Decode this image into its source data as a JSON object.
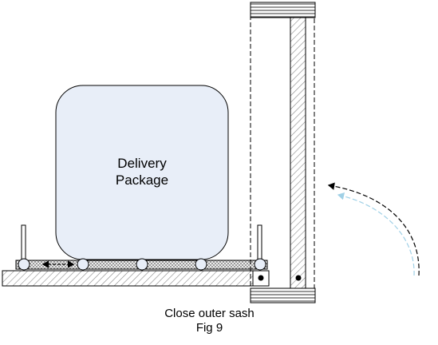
{
  "diagram": {
    "package_label_line1": "Delivery",
    "package_label_line2": "Package",
    "caption_line1": "Close outer sash",
    "caption_line2": "Fig 9"
  },
  "colors": {
    "package_fill": "#e8eef8",
    "outline": "#000000",
    "hatch": "#888888",
    "arrow_light": "#9fd0e6",
    "roller_fill": "#e8eef8"
  },
  "icons": {
    "left_right_arrow": "double-headed-arrow",
    "sash_motion_arrow": "curved-dashed-arrow"
  }
}
